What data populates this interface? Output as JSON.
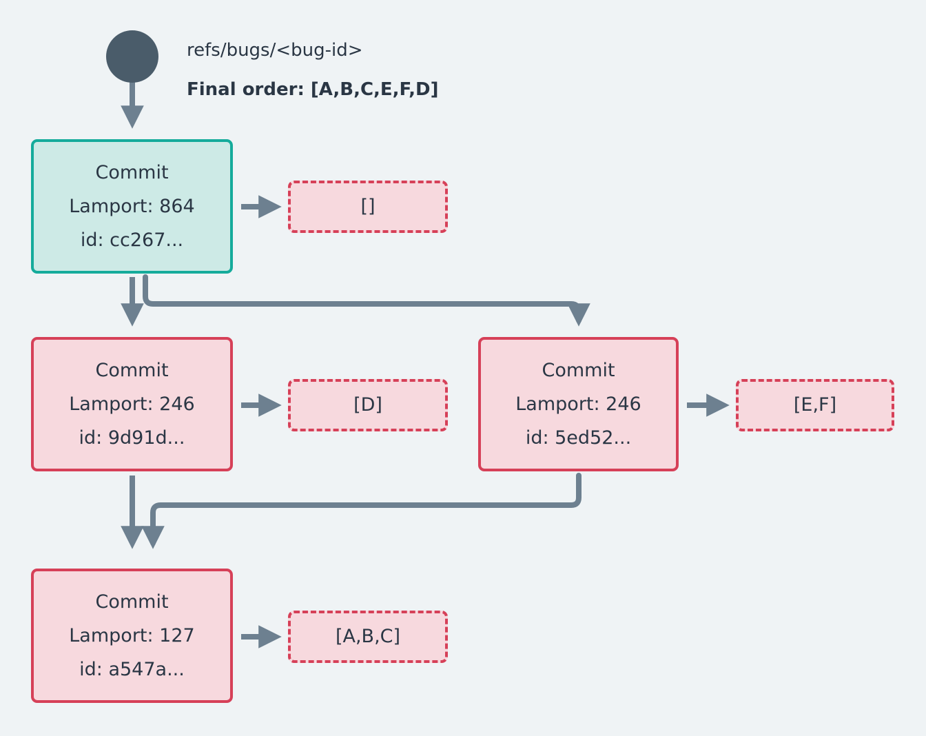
{
  "diagram": {
    "title_ref": "refs/bugs/<bug-id>",
    "final_order": "Final order: [A,B,C,E,F,D]",
    "background_color": "#eff3f5",
    "text_color": "#2a3644",
    "root_color": "#4a5c6a",
    "edge_color": "#6d8090",
    "tip_fill": "#cdeae6",
    "tip_border": "#15ab9b",
    "commit_fill": "#f7d9de",
    "commit_border": "#d64058"
  },
  "nodes": {
    "root": {
      "name": "root-dot",
      "label": ""
    },
    "commit_cc267": {
      "line1": "Commit",
      "line2": "Lamport: 864",
      "line3": "id: cc267...",
      "lamport": 864,
      "id": "cc267...",
      "kind": "tip"
    },
    "commit_9d91d": {
      "line1": "Commit",
      "line2": "Lamport: 246",
      "line3": "id: 9d91d...",
      "lamport": 246,
      "id": "9d91d...",
      "kind": "normal"
    },
    "commit_5ed52": {
      "line1": "Commit",
      "line2": "Lamport: 246",
      "line3": "id: 5ed52...",
      "lamport": 246,
      "id": "5ed52...",
      "kind": "normal"
    },
    "commit_a547a": {
      "line1": "Commit",
      "line2": "Lamport: 127",
      "line3": "id: a547a...",
      "lamport": 127,
      "id": "a547a...",
      "kind": "normal"
    }
  },
  "payloads": {
    "payload_cc267": "[]",
    "payload_9d91d": "[D]",
    "payload_5ed52": "[E,F]",
    "payload_a547a": "[A,B,C]"
  }
}
